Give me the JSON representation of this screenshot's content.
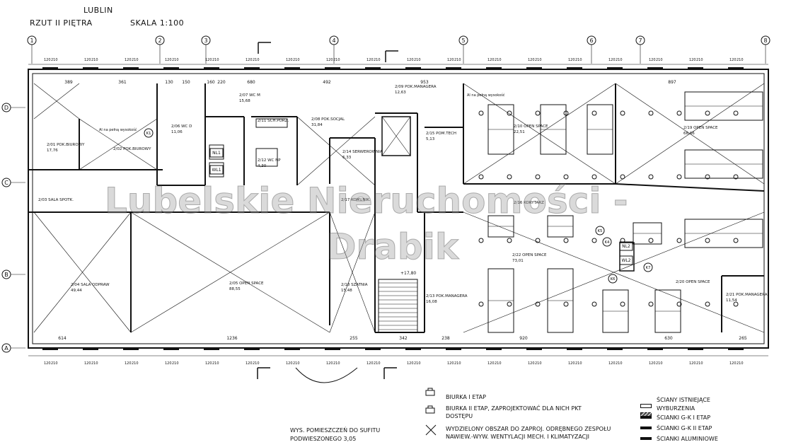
{
  "header": {
    "city": "LUBLIN",
    "title": "RZUT II PIĘTRA",
    "scale": "SKALA 1:100"
  },
  "watermark": {
    "line1": "Lubelskie Nieruchomości -",
    "line2": "Drabik"
  },
  "axes_columns": [
    "1",
    "2",
    "3",
    "4",
    "5",
    "6",
    "7",
    "8"
  ],
  "axes_rows": [
    "D",
    "C",
    "B",
    "A"
  ],
  "top_dims": [
    "389",
    "361",
    "130",
    "150",
    "160",
    "220",
    "680",
    "492",
    "953",
    "897"
  ],
  "bottom_dims": [
    "614",
    "1236",
    "255",
    "342",
    "238",
    "920",
    "630",
    "265"
  ],
  "rooms": [
    {
      "code": "2/01",
      "name": "POK.BIUROWY",
      "area": "17,76"
    },
    {
      "code": "2/02",
      "name": "POK.BIUROWY",
      "area": ""
    },
    {
      "code": "2/03",
      "name": "SALA SPOTK.",
      "area": ""
    },
    {
      "code": "2/04",
      "name": "SALA ODPRAW",
      "area": "49,44"
    },
    {
      "code": "2/05",
      "name": "OPEN SPACE",
      "area": "88,55"
    },
    {
      "code": "2/06",
      "name": "WC D",
      "area": "11,06"
    },
    {
      "code": "2/07",
      "name": "WC M",
      "area": "15,68"
    },
    {
      "code": "2/08",
      "name": "POK.SOCJAL",
      "area": "31,84"
    },
    {
      "code": "2/09",
      "name": "POK.MANAGERA",
      "area": "12,63"
    },
    {
      "code": "2/10",
      "name": "OPEN SPACE",
      "area": "22,51"
    },
    {
      "code": "2/11",
      "name": "SCH.PORZ.",
      "area": ""
    },
    {
      "code": "2/12",
      "name": "WC NP",
      "area": "4,30"
    },
    {
      "code": "2/13",
      "name": "POK.MANAGERA",
      "area": "16,08"
    },
    {
      "code": "2/14",
      "name": "SERWEROWNIA",
      "area": "6,33"
    },
    {
      "code": "2/15",
      "name": "POM.TECH",
      "area": "5,13"
    },
    {
      "code": "2/16",
      "name": "KORYTARZ",
      "area": ""
    },
    {
      "code": "2/17",
      "name": "KOMUNIK.",
      "area": ""
    },
    {
      "code": "2/18",
      "name": "SZATNIA",
      "area": "15,48"
    },
    {
      "code": "2/19",
      "name": "OPEN SPACE",
      "area": "66,66"
    },
    {
      "code": "2/20",
      "name": "OPEN SPACE",
      "area": ""
    },
    {
      "code": "2/21",
      "name": "POK.MANAGERA",
      "area": "11,54"
    },
    {
      "code": "2/22",
      "name": "OPEN SPACE",
      "area": "73,01"
    }
  ],
  "plan_labels": {
    "stair_level": "+17,80",
    "no_full_height": "Al na pełną wysokość",
    "k1": "K1",
    "k4": "K4",
    "k5": "K5",
    "k6": "K6",
    "k7": "K7",
    "nl1": "NL1",
    "wl1": "WL1",
    "nl2": "NL2",
    "wl2": "WL2"
  },
  "legend": [
    {
      "icon": "desk",
      "text": "BIURKA I ETAP"
    },
    {
      "icon": "desk",
      "text": "BIURKA II ETAP, ZAPROJEKTOWAĆ DLA NICH PKT DOSTĘPU"
    },
    {
      "icon": "cross",
      "text": "WYDZIELONY OBSZAR DO ZAPROJ. ODRĘBNEGO ZESPOŁU NAWIEW.-WYW. WENTYLACJI MECH. I KLIMATYZACJI"
    }
  ],
  "legend_right": [
    {
      "icon": "hollow",
      "text": "ŚCIANY ISTNIEJĄCE"
    },
    {
      "icon": "hatch",
      "text": "WYBURZENIA"
    },
    {
      "icon": "solid",
      "text": "ŚCIANKI G-K I ETAP"
    },
    {
      "icon": "solid",
      "text": "ŚCIANKI G-K II ETAP"
    },
    {
      "icon": "solid",
      "text": "ŚCIANKI ALUMINIOWE"
    }
  ],
  "note": {
    "line1": "WYS. POMIESZCZEŃ DO SUFITU",
    "line2": "PODWIESZONEGO 3,05"
  },
  "colors": {
    "line": "#111111",
    "watermark": "#8a8a8a"
  }
}
